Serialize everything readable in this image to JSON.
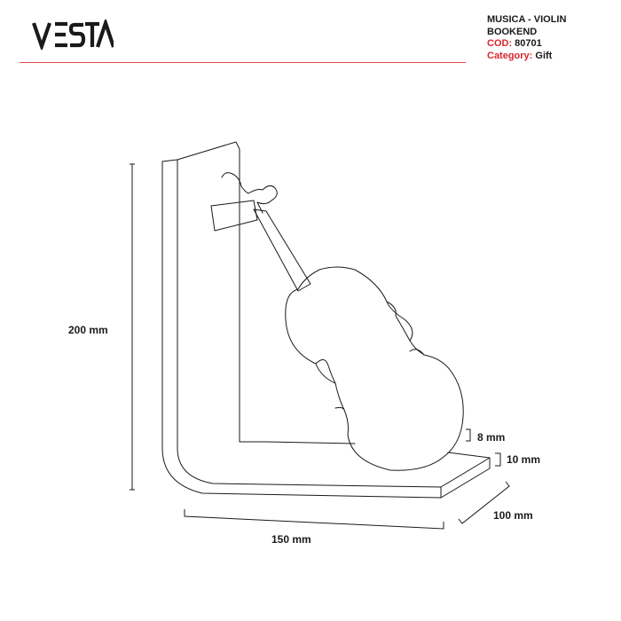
{
  "brand": {
    "logo_text": "VESTA"
  },
  "product": {
    "name_line1": "MUSICA - VIOLIN",
    "name_line2": "BOOKEND",
    "code_label": "COD:",
    "code_value": "80701",
    "category_label": "Category:",
    "category_value": "Gift"
  },
  "dimensions": {
    "height": "200 mm",
    "width": "150 mm",
    "depth": "100 mm",
    "upright_thickness": "8 mm",
    "base_thickness": "10 mm"
  },
  "colors": {
    "accent": "#d9262c",
    "divider": "#e04a4a",
    "line": "#1a1a1a"
  }
}
